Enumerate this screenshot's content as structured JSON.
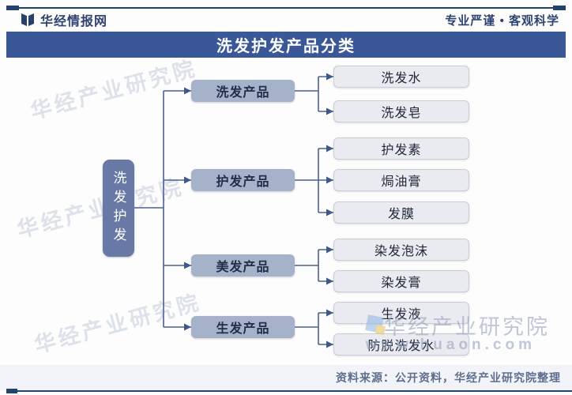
{
  "header": {
    "logo_text": "华经情报网",
    "slogan": "专业严谨 • 客观科学"
  },
  "title": "洗发护发产品分类",
  "tree": {
    "root": "洗发护发",
    "branches": [
      {
        "label": "洗发产品",
        "children": [
          "洗发水",
          "洗发皂"
        ]
      },
      {
        "label": "护发产品",
        "children": [
          "护发素",
          "焗油膏",
          "发膜"
        ]
      },
      {
        "label": "美发产品",
        "children": [
          "染发泡沫",
          "染发膏"
        ]
      },
      {
        "label": "生发产品",
        "children": [
          "生发液",
          "防脱洗发水"
        ]
      }
    ]
  },
  "watermarks": {
    "diagonal": "华经产业研究院",
    "site_name": "华经产业研究院",
    "site_url": "www.huaon.com"
  },
  "footer": {
    "source": "资料来源：公开资料，华经产业研究院整理"
  },
  "colors": {
    "banner": "#3a5897",
    "root_node": "#6779a4",
    "branch_node": "#a6b1ca",
    "leaf_node": "#e9ebf0",
    "connector": "#3e598b",
    "rule": "#24426e"
  }
}
